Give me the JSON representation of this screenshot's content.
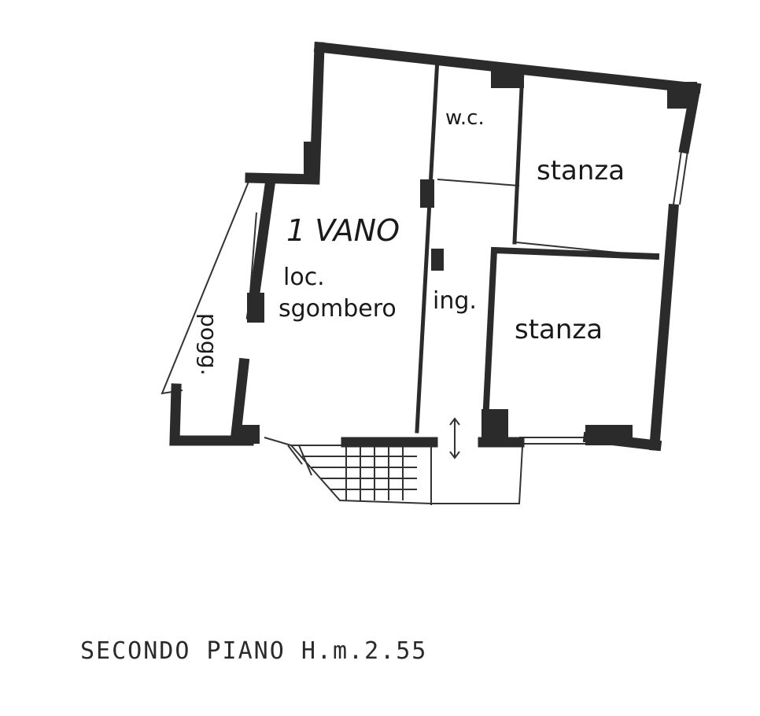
{
  "rooms": {
    "wc": "w.c.",
    "stanza_top": "stanza",
    "stanza_bottom": "stanza",
    "ingresso": "ing.",
    "loc_line1": "loc.",
    "loc_line2": "sgombero",
    "poggiolo": "pogg."
  },
  "annotation": "1 VANO",
  "caption": "SECONDO PIANO H.m.2.55",
  "colors": {
    "wall": "#2b2b2b",
    "ink": "#1a1a1a",
    "background": "#ffffff"
  }
}
